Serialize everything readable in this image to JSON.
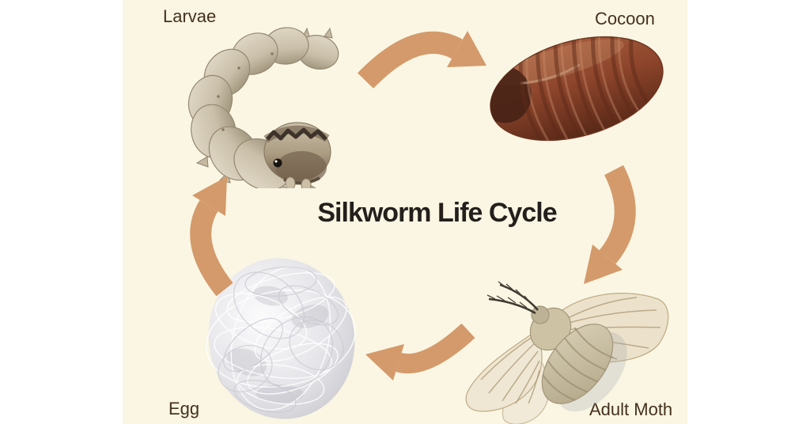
{
  "title": "Silkworm Life Cycle",
  "colors": {
    "panel_background": "#faf6e3",
    "outer_background": "#ffffff",
    "arrow_accent": "#d49a6b",
    "label_text": "#45301c",
    "title_text": "#241f1c"
  },
  "stages": [
    {
      "id": "larvae",
      "label": "Larvae"
    },
    {
      "id": "cocoon",
      "label": "Cocoon"
    },
    {
      "id": "adult-moth",
      "label": "Adult Moth"
    },
    {
      "id": "egg",
      "label": "Egg"
    }
  ]
}
